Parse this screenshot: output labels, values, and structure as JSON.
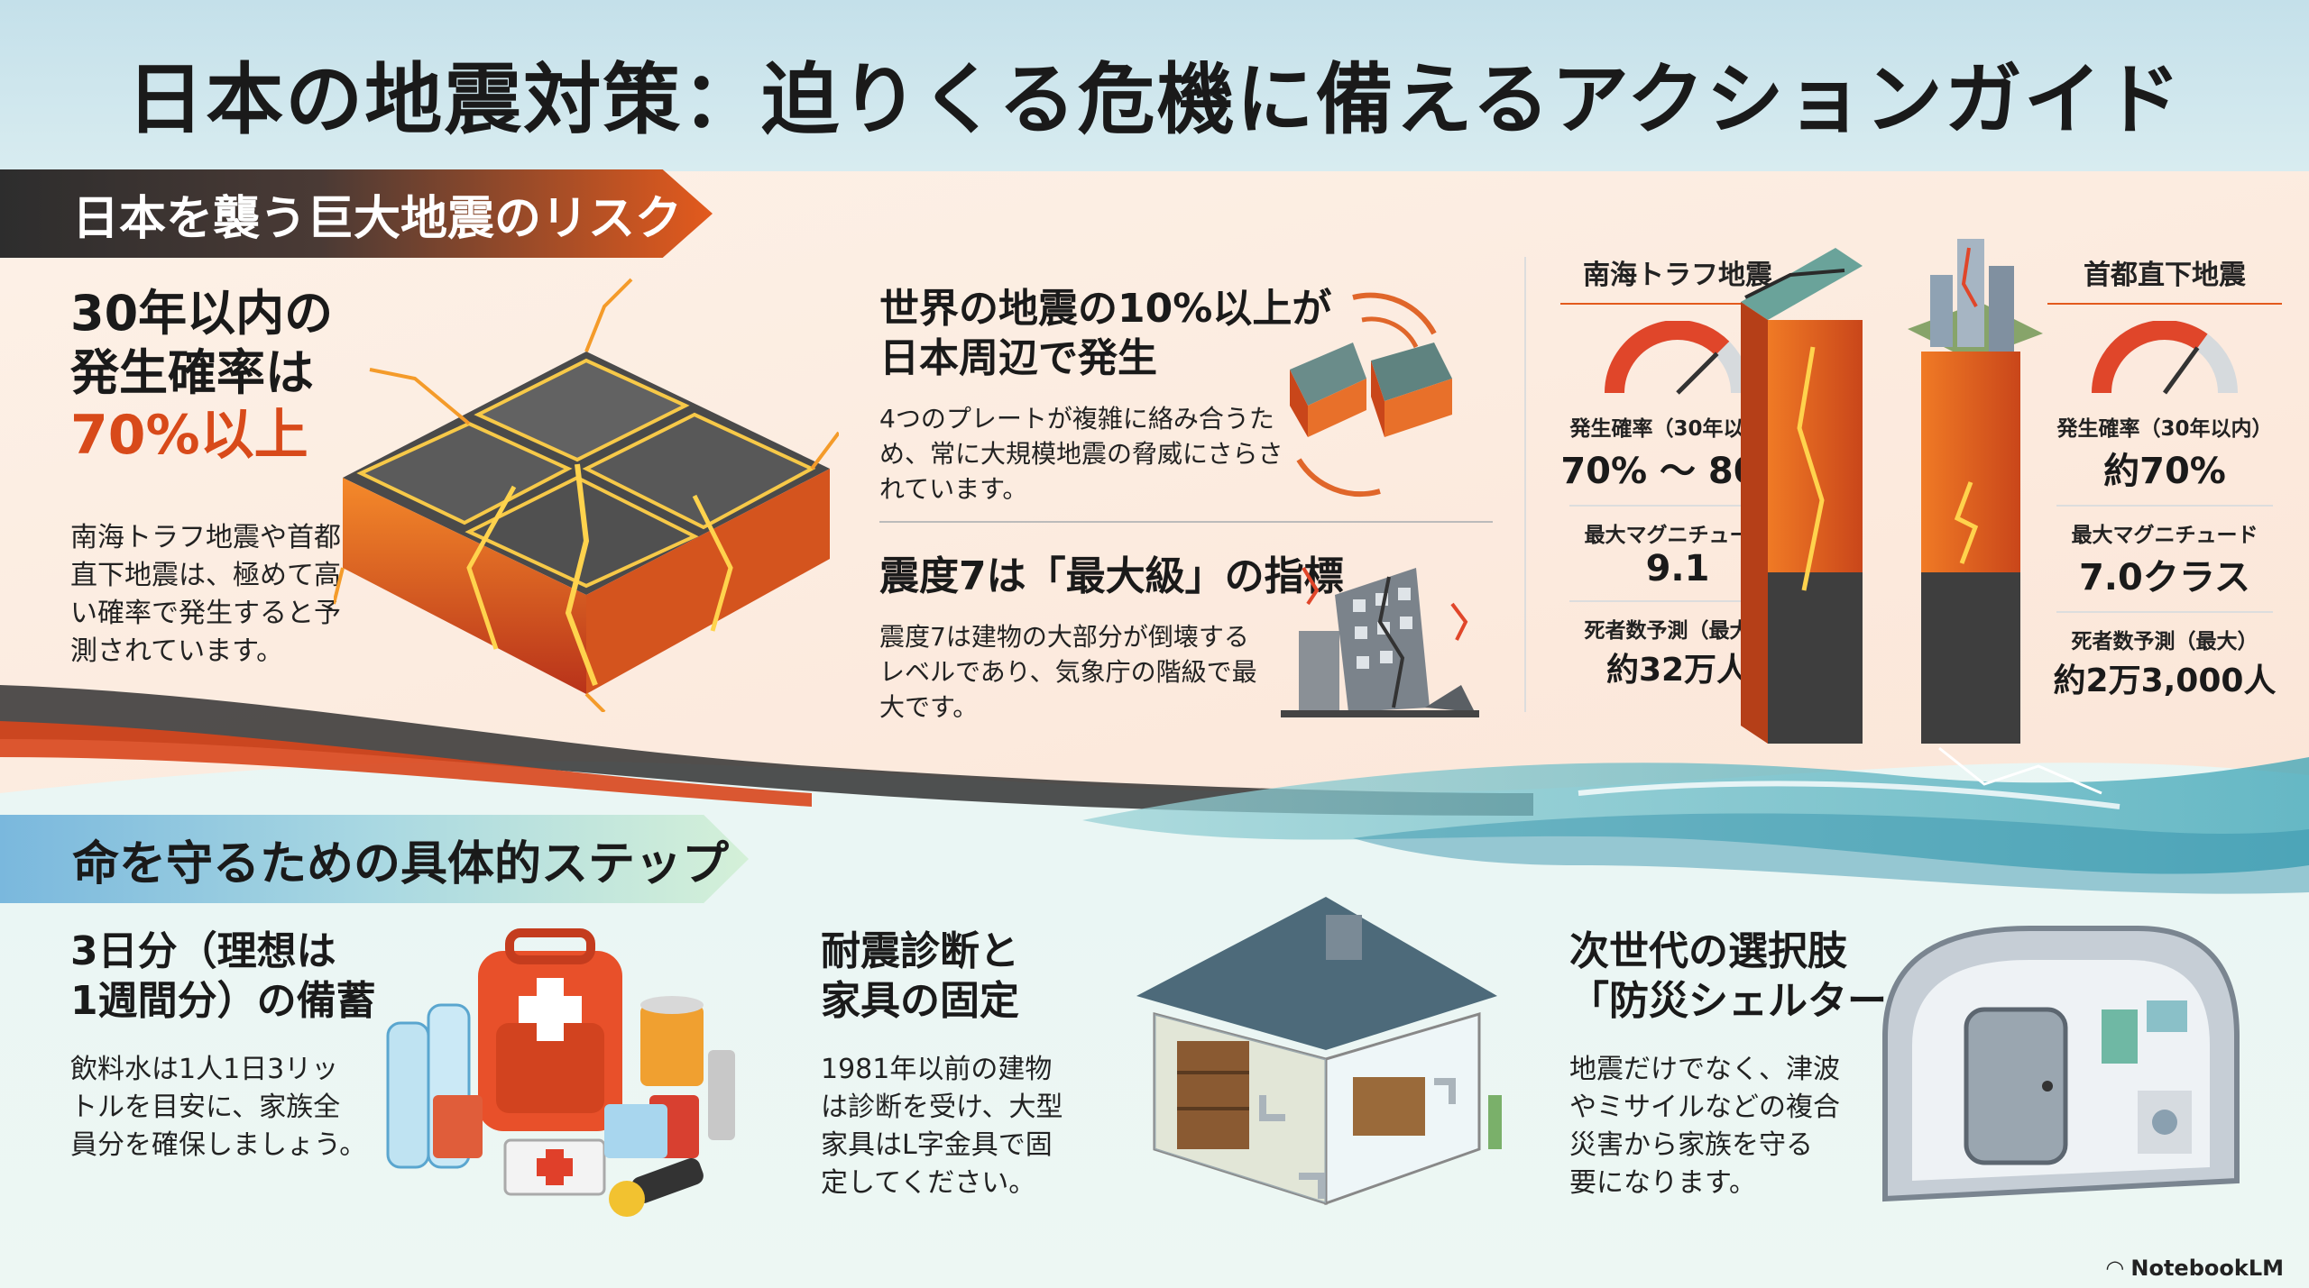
{
  "title": "日本の地震対策：迫りくる危機に備えるアクションガイド",
  "section_risk": {
    "banner": "日本を襲う巨大地震のリスク",
    "prob": {
      "heading_line1": "30年以内の",
      "heading_line2": "発生確率は",
      "heading_highlight": "70%以上",
      "body_lines": [
        "南海トラフ地震や首都",
        "直下地震は、極めて高",
        "い確率で発生すると予",
        "測されています。"
      ]
    },
    "world": {
      "heading_line1": "世界の地震の10%以上が",
      "heading_line2": "日本周辺で発生",
      "body_lines": [
        "4つのプレートが複雑に絡み合うた",
        "め、常に大規模地震の脅威にさらさ",
        "れています。"
      ]
    },
    "shindo": {
      "heading": "震度7は「最大級」の指標",
      "body_lines": [
        "震度7は建物の大部分が倒壊する",
        "レベルであり、気象庁の階級で最",
        "大です。"
      ]
    }
  },
  "quakes": [
    {
      "name": "南海トラフ地震",
      "gauge_fraction": 0.75,
      "prob_label": "発生確率（30年以内）",
      "prob_value": "70% 〜 80%",
      "mag_label": "最大マグニチュード",
      "mag_value": "9.1",
      "death_label": "死者数予測（最大）",
      "death_value": "約32万人"
    },
    {
      "name": "首都直下地震",
      "gauge_fraction": 0.7,
      "prob_label": "発生確率（30年以内）",
      "prob_value": "約70%",
      "mag_label": "最大マグニチュード",
      "mag_value": "7.0クラス",
      "death_label": "死者数予測（最大）",
      "death_value": "約2万3,000人"
    }
  ],
  "section_steps": {
    "banner": "命を守るための具体的ステップ",
    "steps": [
      {
        "heading_lines": [
          "3日分（理想は",
          "1週間分）の備蓄"
        ],
        "body_lines": [
          "飲料水は1人1日3リッ",
          "トルを目安に、家族全",
          "員分を確保しましょう。"
        ]
      },
      {
        "heading_lines": [
          "耐震診断と",
          "家具の固定"
        ],
        "body_lines": [
          "1981年以前の建物",
          "は診断を受け、大型",
          "家具はL字金具で固",
          "定してください。"
        ]
      },
      {
        "heading_lines": [
          "次世代の選択肢",
          "「防災シェルター」"
        ],
        "body_lines": [
          "地震だけでなく、津波",
          "やミサイルなどの複合",
          "災害から家族を守る",
          "要になります。"
        ]
      }
    ]
  },
  "footer": {
    "brand": "NotebookLM"
  },
  "colors": {
    "accent_orange": "#e35a1d",
    "dark": "#2d2d2d",
    "sky": "#cde6ee",
    "peach": "#fbe9dc",
    "sea": "#e6f4f2"
  },
  "icons": [
    "cracked-earth-icon",
    "tectonic-plates-icon",
    "collapsed-building-icon",
    "gauge-icon",
    "fault-pillar-icon",
    "city-pillar-icon",
    "emergency-backpack-icon",
    "water-bottle-icon",
    "canned-food-icon",
    "flashlight-icon",
    "house-cutaway-icon",
    "bookshelf-icon",
    "l-bracket-icon",
    "shelter-pod-icon",
    "notebooklm-logo-icon"
  ]
}
